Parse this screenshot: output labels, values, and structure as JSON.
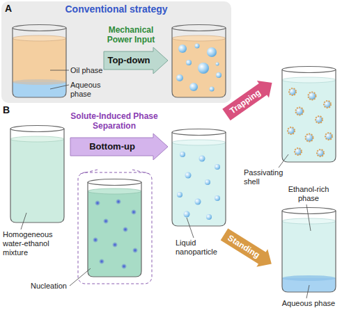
{
  "diagram": {
    "nodes": [
      {
        "text": [
          "A",
          "Conventional strategy"
        ]
      },
      {
        "text": [
          "Mechanical Power Input",
          "Top-down"
        ],
        "in": 0
      },
      {
        "text": [
          "Solute-Induced Phase Separation",
          "Bottom-up"
        ]
      },
      {
        "text": [
          "Trapping"
        ]
      },
      {
        "text": [
          "Standing"
        ]
      }
    ],
    "labels": [
      "Oil phase",
      "Aqueous phase",
      "B",
      "Homogeneous water-ethanol mixture",
      "Nucleation",
      "Liquid nanoparticle",
      "Passivating shell",
      "Ethanol-rich phase",
      "Aqueous phase"
    ]
  }
}
